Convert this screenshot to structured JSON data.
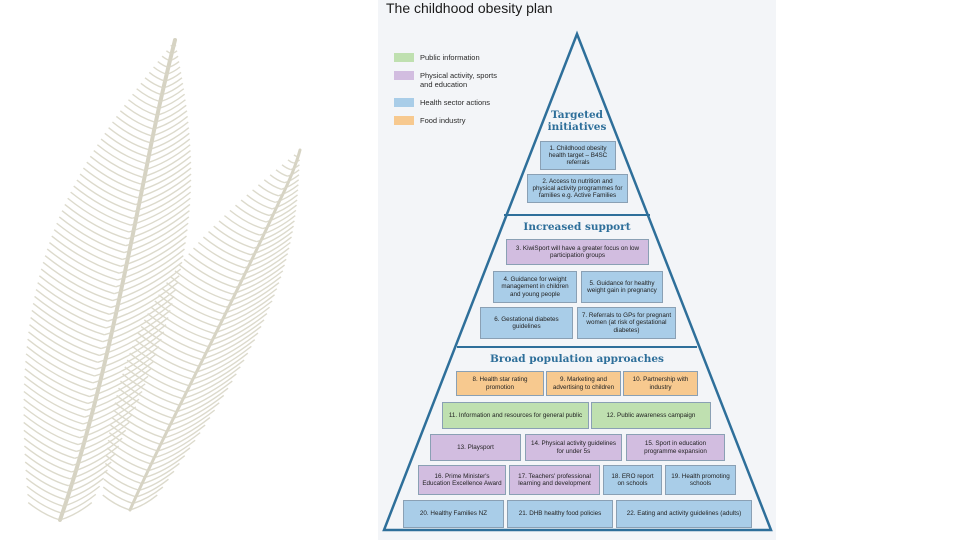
{
  "title": "The childhood obesity plan",
  "legend": [
    {
      "label": "Public information",
      "color": "#bfe0b0"
    },
    {
      "label": "Physical activity, sports and education",
      "color": "#d2bde0"
    },
    {
      "label": "Health sector actions",
      "color": "#a9cde8"
    },
    {
      "label": "Food industry",
      "color": "#f7c98f"
    }
  ],
  "sections": {
    "targeted": "Targeted initiatives",
    "increased": "Increased support",
    "broad": "Broad population approaches"
  },
  "items": {
    "i1": "1. Childhood obesity health target – B4SC referrals",
    "i2": "2. Access to nutrition and physical activity programmes for families e.g. Active Families",
    "i3": "3. KiwiSport will have a greater focus on low participation groups",
    "i4": "4. Guidance for weight management in children and young people",
    "i5": "5. Guidance for healthy weight gain in pregnancy",
    "i6": "6. Gestational diabetes guidelines",
    "i7": "7. Referrals to GPs for pregnant women (at risk of gestational diabetes)",
    "i8": "8. Health star rating promotion",
    "i9": "9. Marketing and advertising to children",
    "i10": "10. Partnership with industry",
    "i11": "11. Information and resources for general public",
    "i12": "12. Public awareness campaign",
    "i13": "13. Playsport",
    "i14": "14. Physical activity guidelines for under 5s",
    "i15": "15. Sport in education programme expansion",
    "i16": "16. Prime Minister's Education Excellence Award",
    "i17": "17. Teachers' professional learning and development",
    "i18": "18. ERO report on schools",
    "i19": "19. Health promoting schools",
    "i20": "20. Healthy Families NZ",
    "i21": "21. DHB healthy food policies",
    "i22": "22. Eating and activity guidelines (adults)"
  },
  "colors": {
    "triangle_stroke": "#2e6f9a",
    "feather": "#d6d3c3"
  }
}
